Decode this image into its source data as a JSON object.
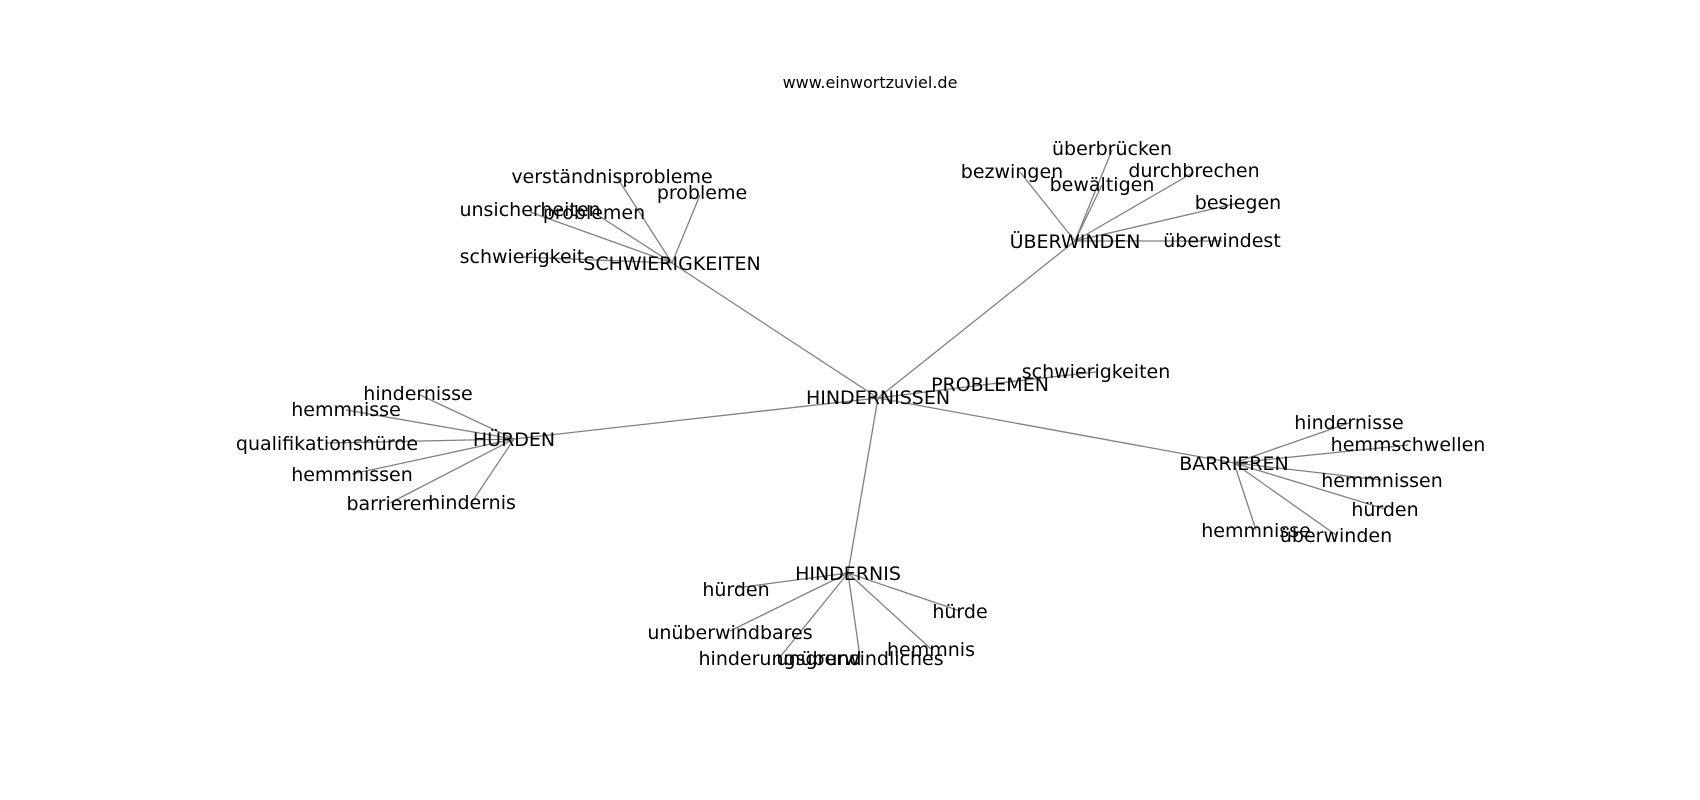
{
  "credit": "www.einwortzuviel.de",
  "center": "HINDERNISSEN",
  "clusters": [
    {
      "hub": "SCHWIERIGKEITEN",
      "leaves": [
        "verständnisprobleme",
        "probleme",
        "unsicherheiten",
        "problemen",
        "schwierigkeit"
      ]
    },
    {
      "hub": "ÜBERWINDEN",
      "leaves": [
        "überbrücken",
        "bezwingen",
        "durchbrechen",
        "bewältigen",
        "besiegen",
        "überwindest"
      ]
    },
    {
      "hub": "PROBLEMEN",
      "leaves": [
        "schwierigkeiten"
      ]
    },
    {
      "hub": "HÜRDEN",
      "leaves": [
        "hindernisse",
        "hemmnisse",
        "qualifikationshürde",
        "hemmnissen",
        "barrieren",
        "hindernis"
      ]
    },
    {
      "hub": "BARRIEREN",
      "leaves": [
        "hindernisse",
        "hemmschwellen",
        "hemmnissen",
        "hürden",
        "hemmnisse",
        "überwinden"
      ]
    },
    {
      "hub": "HINDERNIS",
      "leaves": [
        "hürden",
        "hürde",
        "unüberwindbares",
        "hemmnis",
        "hinderungsgrund",
        "unüberwindliches"
      ]
    }
  ]
}
